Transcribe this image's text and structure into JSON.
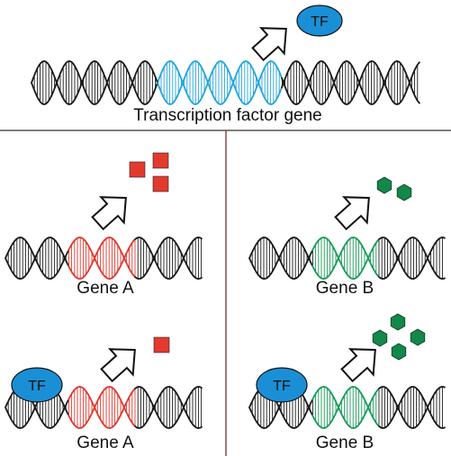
{
  "title_label": "Transcription factor gene",
  "tf_label": "TF",
  "panel_a_top_label": "Gene A",
  "panel_a_bottom_label": "Gene A",
  "panel_b_top_label": "Gene B",
  "panel_b_bottom_label": "Gene B",
  "colors": {
    "tf_blue": "#1b8fd6",
    "tf_gene_segment": "#22a6dc",
    "gene_a_segment": "#e0392f",
    "gene_b_segment": "#1a9b5a",
    "product_a": "#e33a2e",
    "product_b": "#14874a",
    "dna_black": "#1a1a1a",
    "divider": "#555555",
    "divider_vertical": "#8a4a4a"
  },
  "icons": [
    "dna-helix",
    "arrow-up-right-outline",
    "square-product",
    "hexagon-product",
    "tf-ellipse"
  ]
}
